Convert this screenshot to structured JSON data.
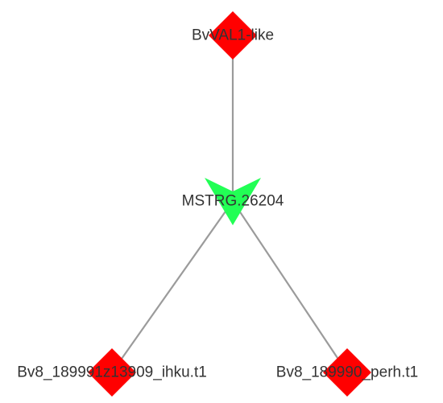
{
  "network": {
    "colors": {
      "edge": "#9b9b9b",
      "target_node": "#ff0000",
      "source_node": "#22ff55",
      "label_text": "#333333"
    },
    "nodes": [
      {
        "id": "bvval1",
        "label": "BvVAL1-like",
        "shape": "diamond",
        "color": "#ff0000"
      },
      {
        "id": "mstrg",
        "label": "MSTRG.26204",
        "shape": "v-arrowhead",
        "color": "#22ff55"
      },
      {
        "id": "ihku",
        "label": "Bv8_189991z13909_ihku.t1",
        "shape": "diamond",
        "color": "#ff0000"
      },
      {
        "id": "perh",
        "label": "Bv8_189990_perh.t1",
        "shape": "diamond",
        "color": "#ff0000"
      }
    ],
    "edges": [
      {
        "source": "bvval1",
        "target": "mstrg"
      },
      {
        "source": "mstrg",
        "target": "ihku"
      },
      {
        "source": "mstrg",
        "target": "perh"
      }
    ]
  }
}
